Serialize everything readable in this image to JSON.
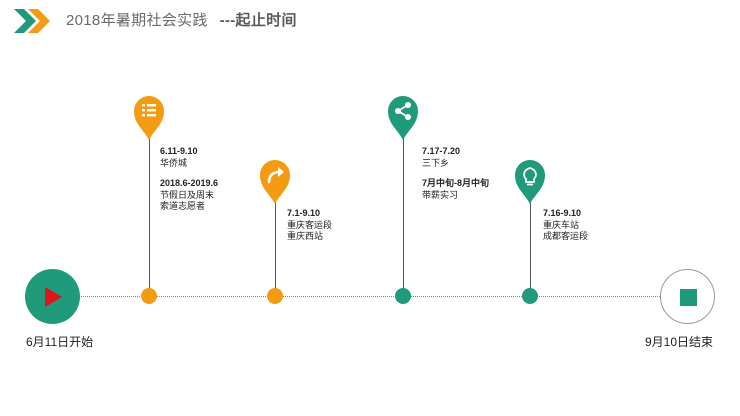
{
  "header": {
    "title": "2018年暑期社会实践",
    "subtitle": "---起止时间"
  },
  "colors": {
    "orange": "#f39c12",
    "teal": "#1f9a7b",
    "red": "#e0151b"
  },
  "start": {
    "label": "6月11日开始",
    "icon": "play-icon"
  },
  "end": {
    "label": "9月10日结束",
    "icon": "stop-icon"
  },
  "milestones": [
    {
      "icon": "list-icon",
      "lines": [
        {
          "date": "6.11-9.10",
          "text": [
            "华侨城"
          ]
        },
        {
          "date": "2018.6-2019.6",
          "text": [
            "节假日及周末",
            "索道志愿者"
          ]
        }
      ]
    },
    {
      "icon": "share-arrow-icon",
      "lines": [
        {
          "date": "7.1-9.10",
          "text": [
            "重庆客运段",
            "重庆西站"
          ]
        }
      ]
    },
    {
      "icon": "share-icon",
      "lines": [
        {
          "date": "7.17-7.20",
          "text": [
            "三下乡"
          ]
        },
        {
          "date": "7月中旬-8月中旬",
          "text": [
            "带薪实习"
          ]
        }
      ]
    },
    {
      "icon": "lightbulb-icon",
      "lines": [
        {
          "date": "7.16-9.10",
          "text": [
            "重庆车站",
            "成都客运段"
          ]
        }
      ]
    }
  ]
}
